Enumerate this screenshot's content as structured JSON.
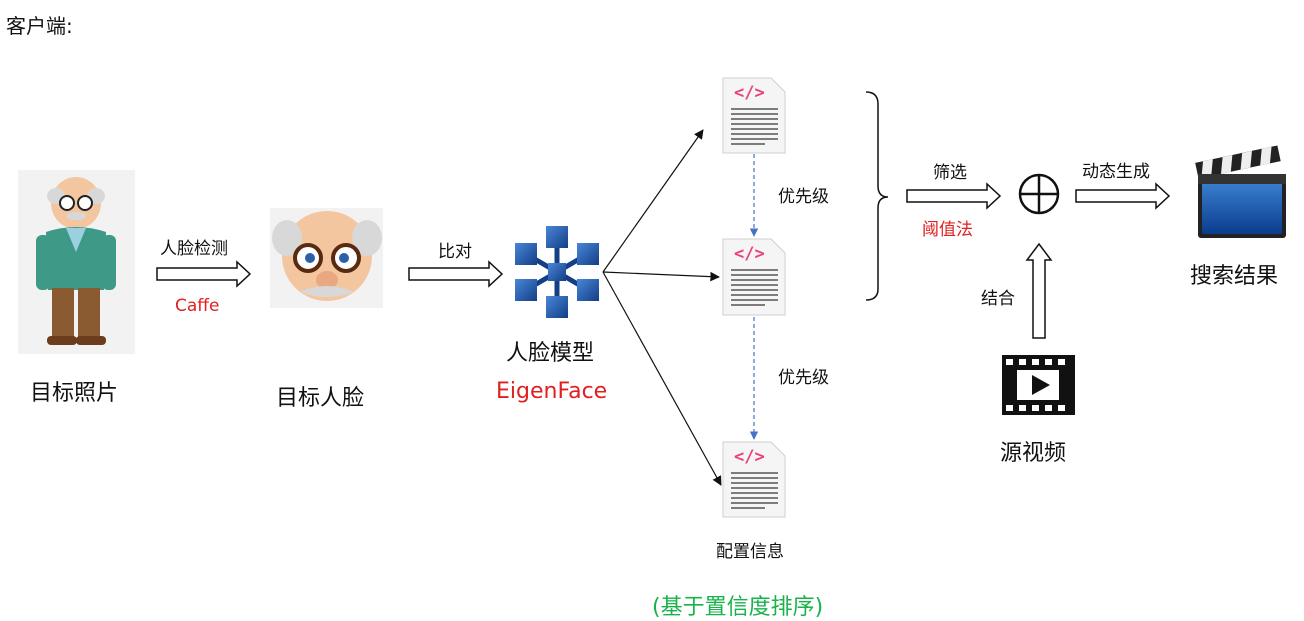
{
  "header": {
    "title": "客户端:"
  },
  "nodes": {
    "target_photo": "目标照片",
    "target_face": "目标人脸",
    "face_model": "人脸模型",
    "config_info": "配置信息",
    "source_video": "源视频",
    "search_result": "搜索结果"
  },
  "edges": {
    "face_detect": "人脸检测",
    "caffe": "Caffe",
    "compare": "比对",
    "eigenface": "EigenFace",
    "priority_1": "优先级",
    "priority_2": "优先级",
    "filter": "筛选",
    "threshold": "阈值法",
    "combine": "结合",
    "dynamic_gen": "动态生成"
  },
  "footer": {
    "note": "(基于置信度排序)"
  },
  "colors": {
    "red": "#e02020",
    "green": "#17b34a",
    "blue_dash": "#4472c4"
  },
  "icons": [
    "old-man-full-icon",
    "old-man-face-icon",
    "network-model-icon",
    "code-file-icon",
    "video-icon",
    "clapperboard-icon",
    "xor-plus-icon"
  ]
}
